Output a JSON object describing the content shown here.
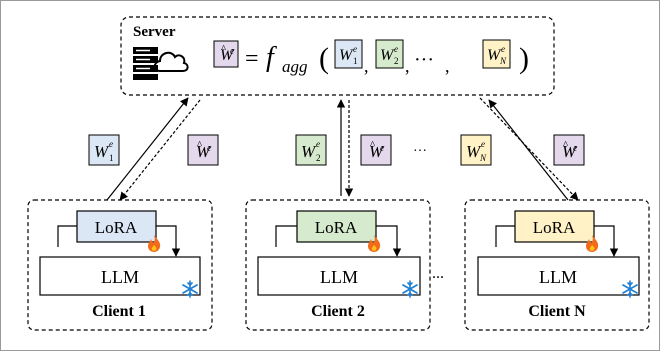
{
  "server": {
    "label": "Server"
  },
  "formula": {
    "lhs": "Ŵ",
    "equals": "=",
    "func": "f",
    "func_sub": "agg",
    "open": "(",
    "close": ")",
    "ellipsis": "···",
    "comma": ","
  },
  "weights": {
    "base": "W",
    "sup": "e",
    "sub1": "1",
    "sub2": "2",
    "subN": "N",
    "hat": "Ŵ"
  },
  "clients": [
    {
      "name": "Client 1",
      "lora": "LoRA",
      "llm": "LLM"
    },
    {
      "name": "Client 2",
      "lora": "LoRA",
      "llm": "LLM"
    },
    {
      "name": "Client N",
      "lora": "LoRA",
      "llm": "LLM"
    }
  ],
  "ellipsis_between": "...",
  "ellipsis_middle": "···",
  "colors": {
    "blue": "#dbe7f5",
    "green": "#d6eacd",
    "yellow": "#fff2c6",
    "purple": "#e3d8ec",
    "fire": "#f26b1d",
    "snow": "#1e7fd6"
  },
  "icons": [
    "server-icon",
    "cloud-icon",
    "fire-icon",
    "snowflake-icon"
  ]
}
